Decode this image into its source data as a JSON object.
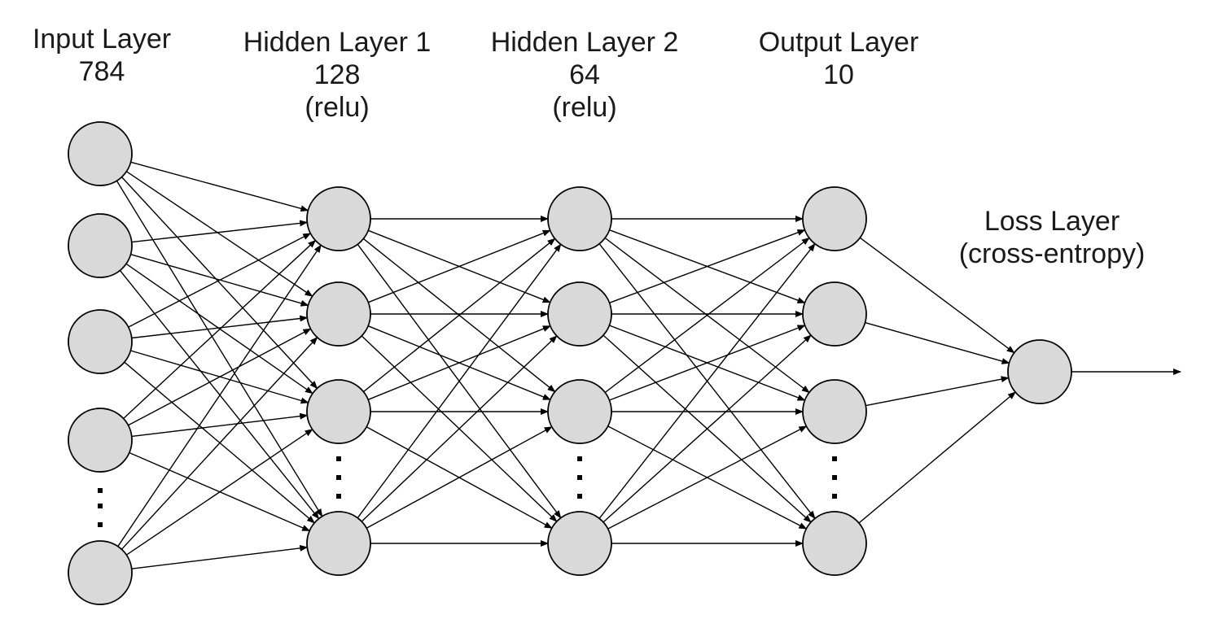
{
  "layers": [
    {
      "id": "input",
      "title": "Input Layer",
      "size": "784",
      "activation": "",
      "visible_nodes": 5,
      "ellipsis_before_last": true
    },
    {
      "id": "hidden1",
      "title": "Hidden Layer 1",
      "size": "128",
      "activation": "(relu)",
      "visible_nodes": 4,
      "ellipsis_before_last": true
    },
    {
      "id": "hidden2",
      "title": "Hidden Layer 2",
      "size": "64",
      "activation": "(relu)",
      "visible_nodes": 4,
      "ellipsis_before_last": true
    },
    {
      "id": "output",
      "title": "Output Layer",
      "size": "10",
      "activation": "",
      "visible_nodes": 4,
      "ellipsis_before_last": true
    },
    {
      "id": "loss",
      "title": "Loss Layer",
      "size": "",
      "activation": "(cross-entropy)",
      "visible_nodes": 1,
      "ellipsis_before_last": false
    }
  ],
  "connections": "fully-connected",
  "colors": {
    "node_fill": "#d9d9d9",
    "stroke": "#000000"
  },
  "final_output_arrow": true
}
